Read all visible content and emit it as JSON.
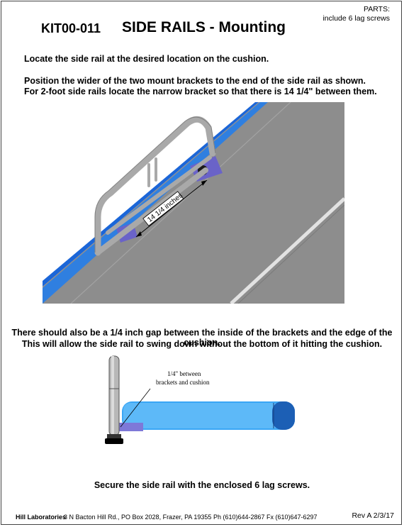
{
  "header": {
    "parts_label": "PARTS:",
    "parts_detail": "include 6 lag screws",
    "kit_number": "KIT00-011",
    "title": "SIDE RAILS - Mounting"
  },
  "steps": {
    "step1": "Locate the side rail at the desired location on the cushion.",
    "step2a": "Position the wider of the two mount brackets to the end of the side rail as shown.",
    "step2b": "For 2-foot side rails locate the narrow bracket so that there is 14 1/4\" between them."
  },
  "figure1": {
    "dimension_label": "14 1/4 inches"
  },
  "gap_note": {
    "line1": "There should also be a 1/4 inch gap between the inside of the brackets and the edge of the cushion.",
    "line2": "This will allow the side rail to swing down without the bottom of it hitting the cushion."
  },
  "figure2": {
    "callout_line1": "1/4\" between",
    "callout_line2": "brackets and cushion"
  },
  "secure_note": "Secure the side rail with the enclosed 6 lag screws.",
  "footer": {
    "company": "Hill Laboratories",
    "address": "3 N Bacton Hill Rd.,  PO Box 2028,  Frazer, PA   19355   Ph (610)644-2867    Fx (610)647-6297",
    "revision": "Rev A   2/3/17"
  },
  "colors": {
    "cushion_top": "#8a8a8a",
    "cushion_edge": "#2f7fe0",
    "bracket": "#6a63c8",
    "rail": "#b8b8b8"
  }
}
